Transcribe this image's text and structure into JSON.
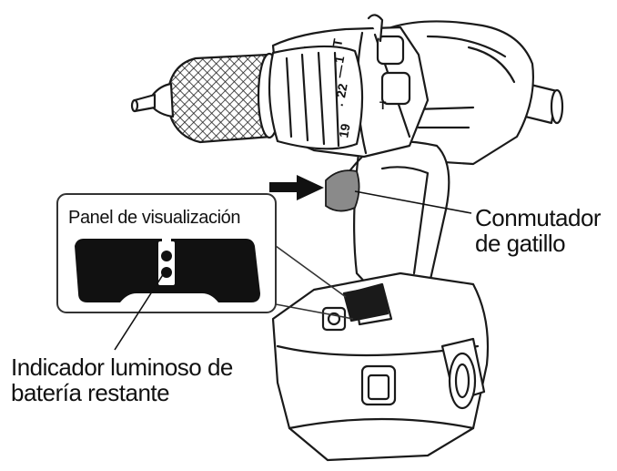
{
  "labels": {
    "panel_title": "Panel de visualización",
    "trigger_line1": "Conmutador",
    "trigger_line2": "de gatillo",
    "indicator_line1": "Indicador luminoso de",
    "indicator_line2": "batería restante"
  },
  "chuck_scale": {
    "markings": [
      "T",
      "1",
      "—",
      "22",
      "·",
      "19"
    ],
    "side_mark": "T"
  },
  "colors": {
    "outline": "#1a1a1a",
    "trigger_highlight": "#8a8a8a",
    "panel_fill": "#111111"
  }
}
